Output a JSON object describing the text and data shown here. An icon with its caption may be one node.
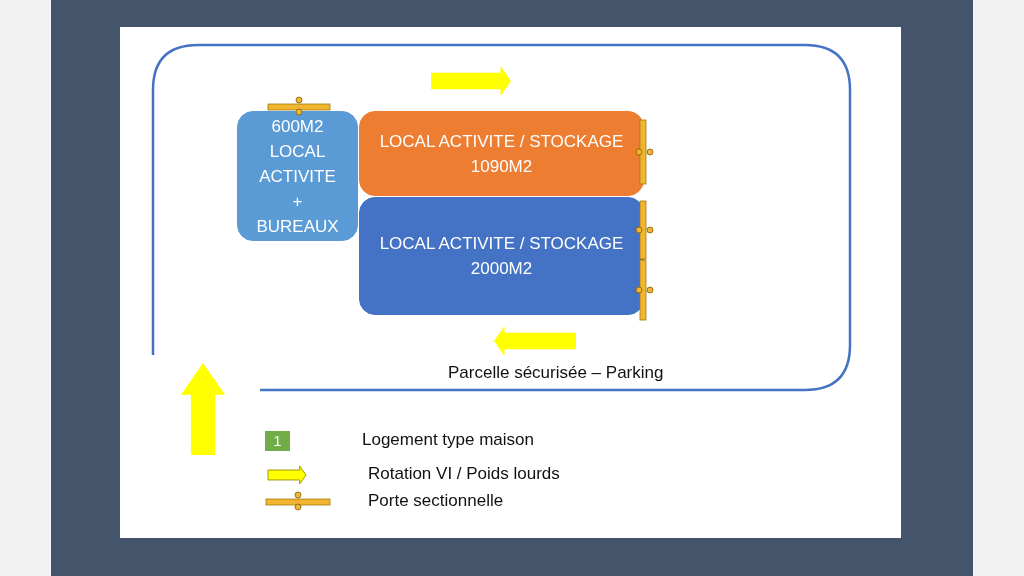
{
  "diagram": {
    "nodes": [
      {
        "text": [
          "Parcelle sécurisée – Parking"
        ]
      },
      {
        "text": [
          "600M2 LOCAL ACTIVITE + BUREAUX"
        ],
        "in": 0
      },
      {
        "text": [
          "LOCAL ACTIVITE / STOCKAGE 1090M2"
        ],
        "in": 0
      },
      {
        "text": [
          "LOCAL ACTIVITE / STOCKAGE 2000M2"
        ],
        "in": 0
      }
    ],
    "edges": [],
    "labels": [
      "1"
    ],
    "legend": [
      {
        "text": "Logement type maison",
        "color": "#70ad47"
      },
      {
        "text": "Rotation VI / Poids lourds"
      },
      {
        "text": "Porte sectionnelle"
      }
    ]
  }
}
